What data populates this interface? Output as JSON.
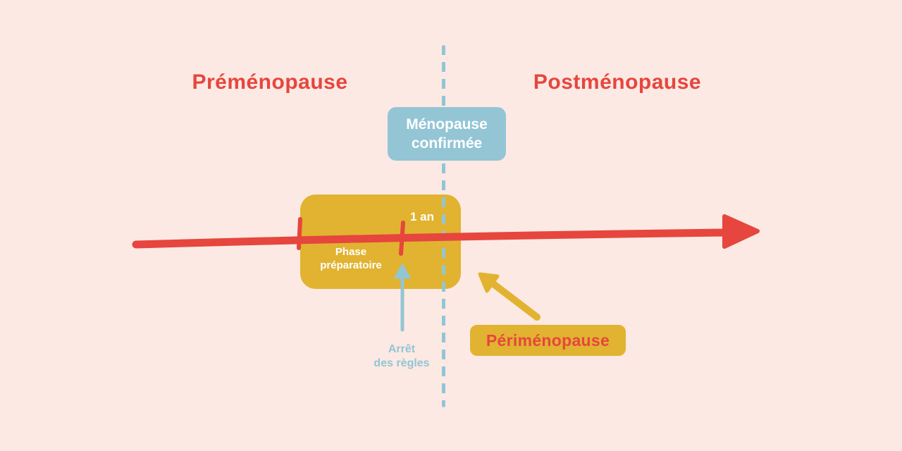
{
  "colors": {
    "background": "#fce9e4",
    "red": "#e6463d",
    "yellow": "#e1b330",
    "blue": "#93c5d5",
    "white": "#ffffff"
  },
  "labels": {
    "premenopause": "Préménopause",
    "postmenopause": "Postménopause",
    "menopause_confirmed_line1": "Ménopause",
    "menopause_confirmed_line2": "confirmée",
    "one_year": "1 an",
    "phase_line1": "Phase",
    "phase_line2": "préparatoire",
    "arret_line1": "Arrêt",
    "arret_line2": "des règles",
    "perimenopause": "Périménopause"
  }
}
